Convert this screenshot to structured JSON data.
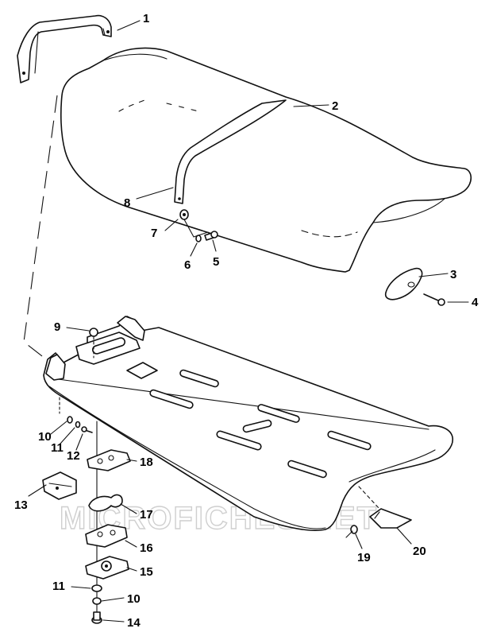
{
  "watermark": "MICROFICHES.NET",
  "callouts": [
    {
      "id": "c1",
      "label": "1"
    },
    {
      "id": "c2",
      "label": "2"
    },
    {
      "id": "c3",
      "label": "3"
    },
    {
      "id": "c4",
      "label": "4"
    },
    {
      "id": "c5",
      "label": "5"
    },
    {
      "id": "c6",
      "label": "6"
    },
    {
      "id": "c7",
      "label": "7"
    },
    {
      "id": "c8",
      "label": "8"
    },
    {
      "id": "c9",
      "label": "9"
    },
    {
      "id": "c10a",
      "label": "10"
    },
    {
      "id": "c11a",
      "label": "11"
    },
    {
      "id": "c12",
      "label": "12"
    },
    {
      "id": "c13",
      "label": "13"
    },
    {
      "id": "c17",
      "label": "17"
    },
    {
      "id": "c18",
      "label": "18"
    },
    {
      "id": "c16",
      "label": "16"
    },
    {
      "id": "c15",
      "label": "15"
    },
    {
      "id": "c11b",
      "label": "11"
    },
    {
      "id": "c10b",
      "label": "10"
    },
    {
      "id": "c14",
      "label": "14"
    },
    {
      "id": "c19",
      "label": "19"
    },
    {
      "id": "c20",
      "label": "20"
    }
  ]
}
